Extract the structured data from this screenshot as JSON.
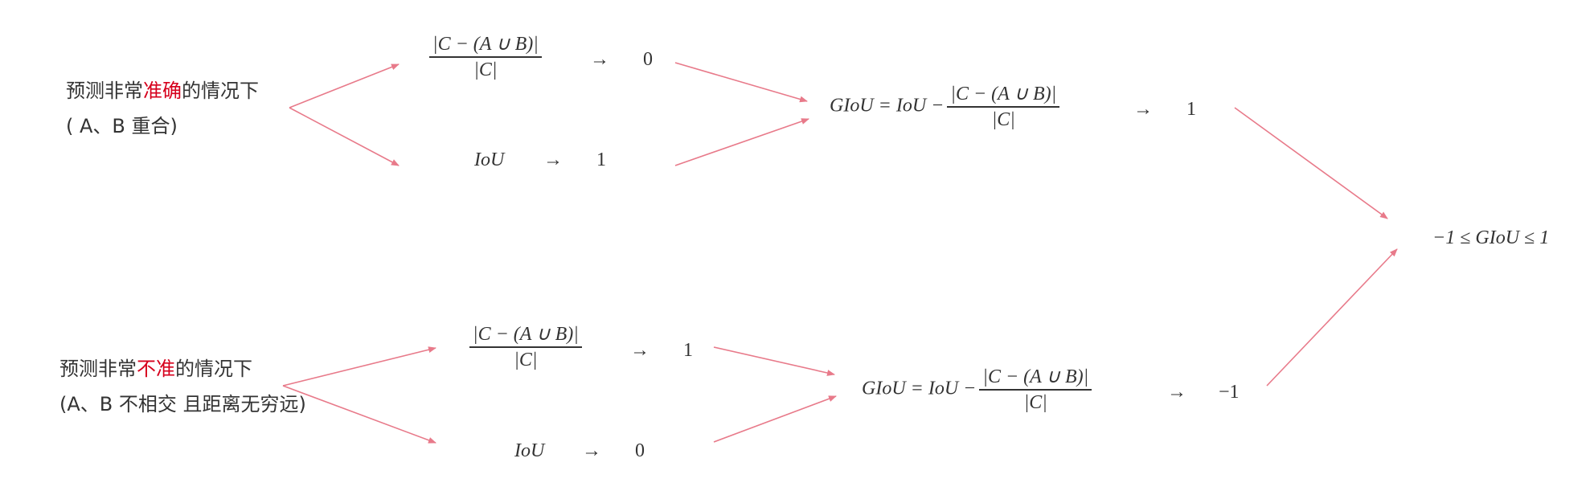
{
  "colors": {
    "arrow": "#e87a8a",
    "highlight": "#d6001c",
    "text": "#333333"
  },
  "top": {
    "label_pre": "预测非常",
    "label_hl": "准确",
    "label_post": "的情况下",
    "label_line2": "( A、B 重合)",
    "frac_num": "|C − (A ∪ B)|",
    "frac_den": "|C|",
    "arrow_sym": "→",
    "frac_limit": "0",
    "iou": "IoU",
    "iou_limit": "1",
    "giou_lhs": "GIoU = IoU −",
    "giou_limit": "1"
  },
  "bottom": {
    "label_pre": "预测非常",
    "label_hl": "不准",
    "label_post": "的情况下",
    "label_line2": "(A、B 不相交 且距离无穷远)",
    "frac_num": "|C − (A ∪ B)|",
    "frac_den": "|C|",
    "arrow_sym": "→",
    "frac_limit": "1",
    "iou": "IoU",
    "iou_limit": "0",
    "giou_lhs": "GIoU = IoU −",
    "giou_limit": "−1"
  },
  "result": "−1 ≤ GIoU ≤ 1"
}
